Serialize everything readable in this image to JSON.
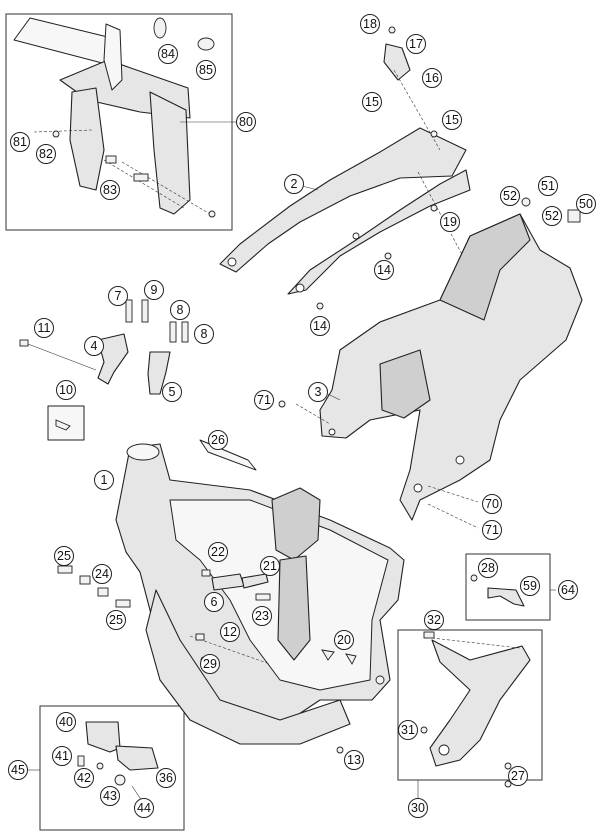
{
  "callouts": {
    "c1": "1",
    "c2": "2",
    "c3": "3",
    "c4": "4",
    "c5": "5",
    "c6": "6",
    "c7": "7",
    "c8a": "8",
    "c8b": "8",
    "c9": "9",
    "c10": "10",
    "c11": "11",
    "c12": "12",
    "c13": "13",
    "c14a": "14",
    "c14b": "14",
    "c15a": "15",
    "c15b": "15",
    "c16": "16",
    "c17": "17",
    "c18": "18",
    "c19": "19",
    "c20": "20",
    "c21": "21",
    "c22": "22",
    "c23": "23",
    "c24": "24",
    "c25a": "25",
    "c25b": "25",
    "c26": "26",
    "c27": "27",
    "c28": "28",
    "c29": "29",
    "c30": "30",
    "c31": "31",
    "c32": "32",
    "c36": "36",
    "c40": "40",
    "c41": "41",
    "c42": "42",
    "c43": "43",
    "c44": "44",
    "c45": "45",
    "c50": "50",
    "c51": "51",
    "c52a": "52",
    "c52b": "52",
    "c59": "59",
    "c64": "64",
    "c70": "70",
    "c71a": "71",
    "c71b": "71",
    "c80": "80",
    "c81": "81",
    "c82": "82",
    "c83": "83",
    "c84": "84",
    "c85": "85"
  }
}
